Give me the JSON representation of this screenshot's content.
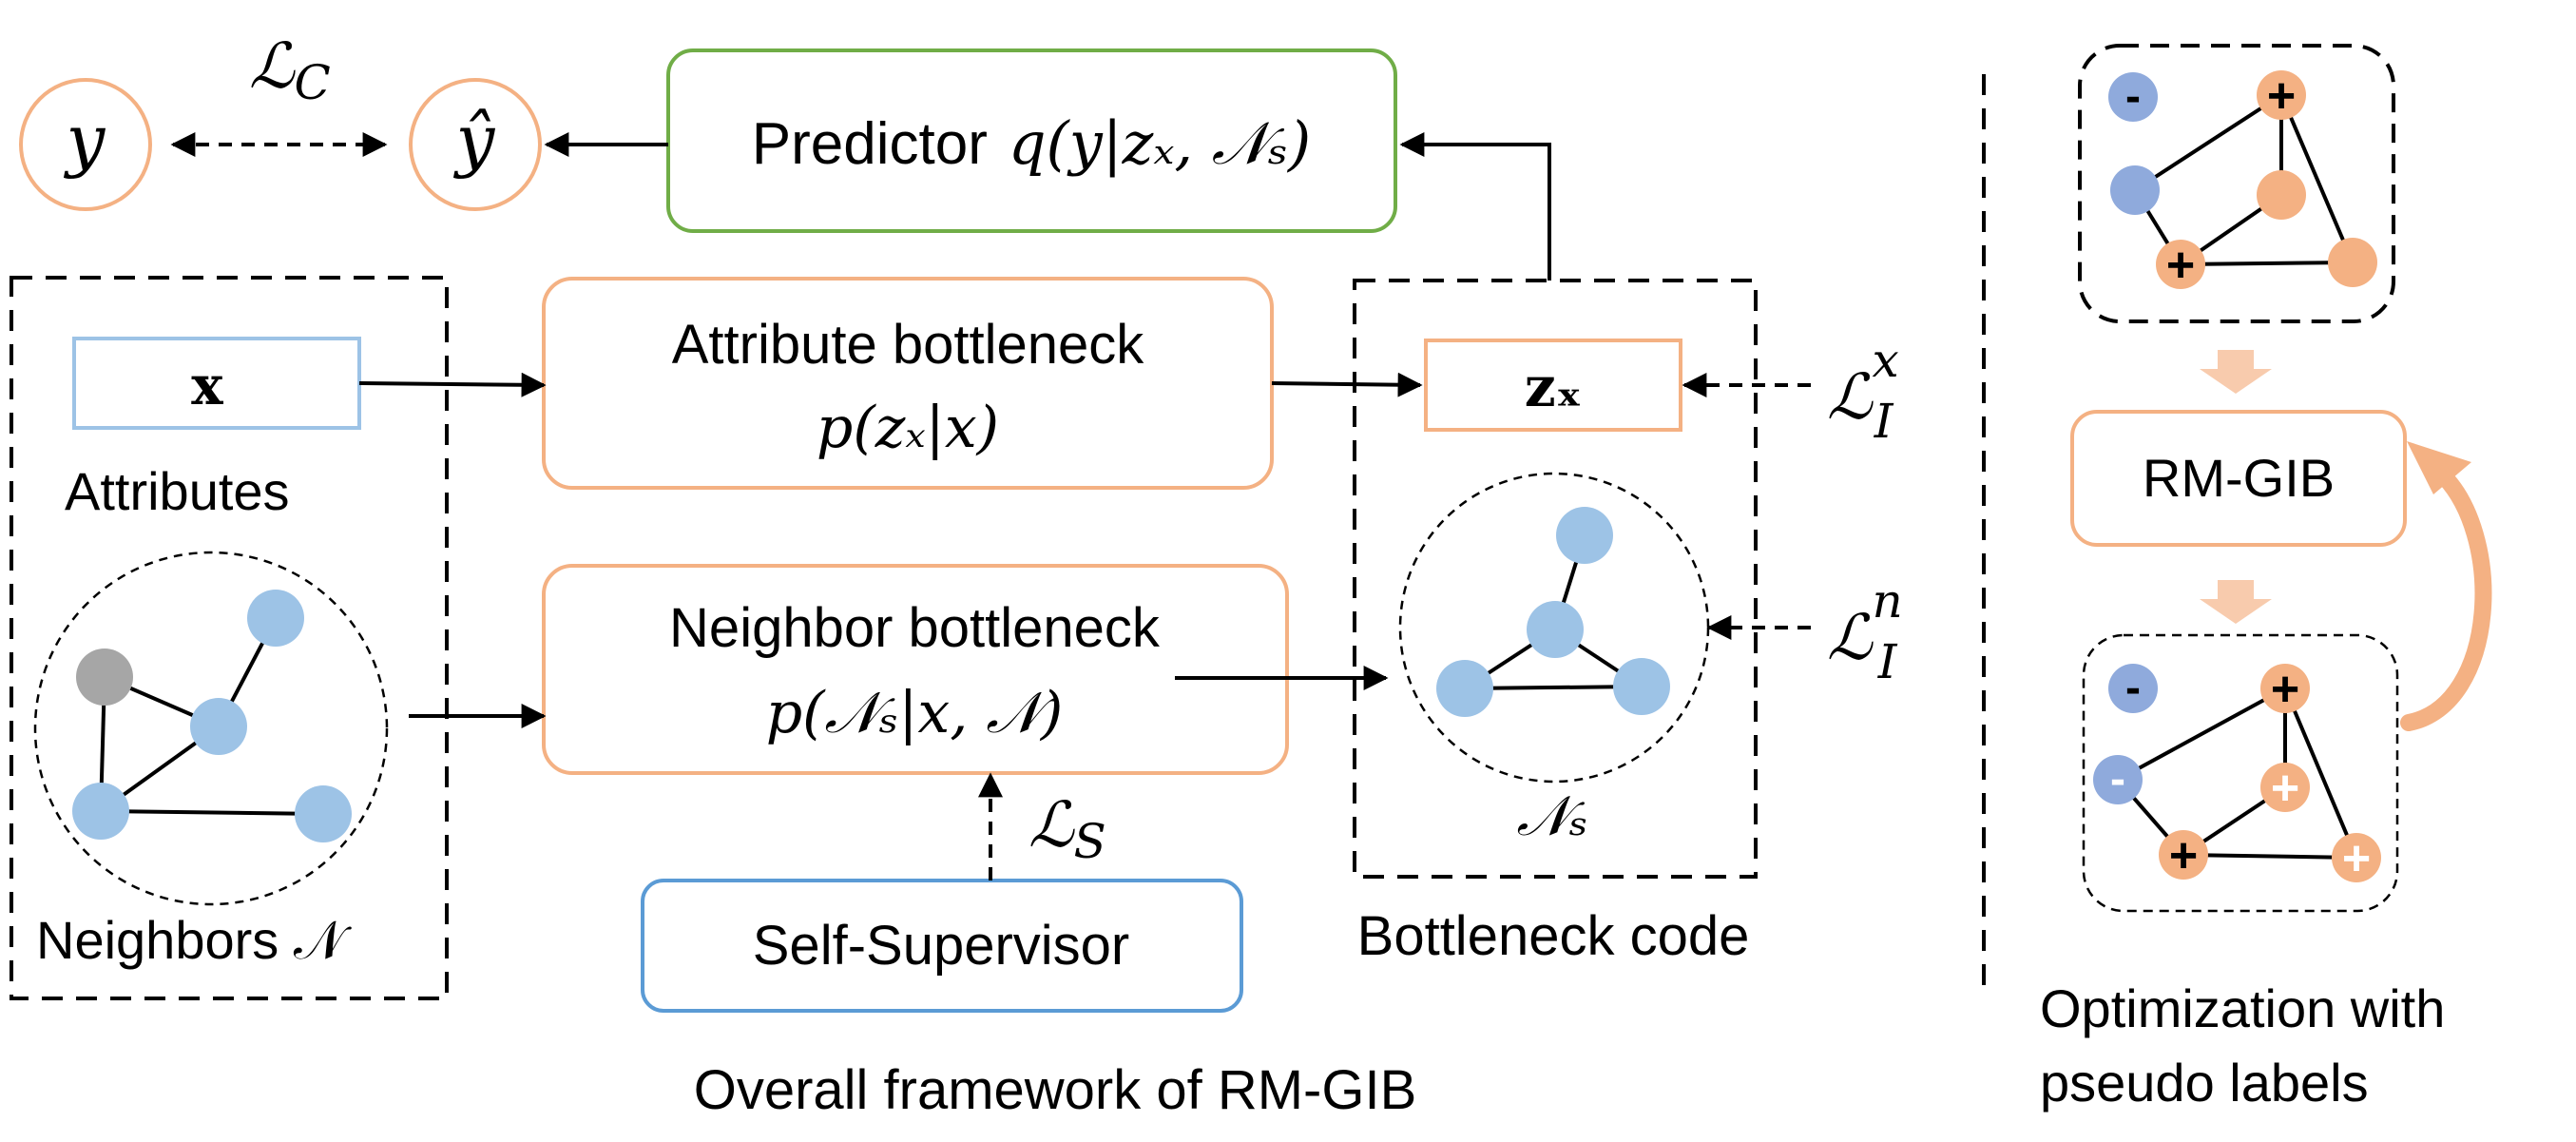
{
  "colors": {
    "orange": "#f4b183",
    "orange_fill": "#f4b183",
    "green": "#70ad47",
    "blue_box": "#5b9bd5",
    "blue_node": "#9dc3e6",
    "purple_node": "#8faadc",
    "gray_node": "#a6a6a6",
    "arrow_fill": "#f8cbad"
  },
  "top": {
    "y_label": "y",
    "yhat_label": "ŷ",
    "lc_label": "ℒ",
    "lc_sub": "C",
    "predictor_prefix": "Predictor",
    "predictor_formula": "q(y|zₓ, 𝒩ₛ)"
  },
  "left": {
    "x_label": "x",
    "attributes_label": "Attributes",
    "neighbors_label": "Neighbors 𝒩"
  },
  "middle": {
    "attr_title": "Attribute bottleneck",
    "attr_formula": "p(zₓ|x)",
    "neigh_title": "Neighbor bottleneck",
    "neigh_formula": "p(𝒩ₛ|x, 𝒩)",
    "ls_label": "ℒ",
    "ls_sub": "S",
    "self_supervisor": "Self-Supervisor",
    "framework_caption": "Overall framework of RM-GIB"
  },
  "right_box": {
    "zx_label": "zₓ",
    "ns_label": "𝒩ₛ",
    "caption": "Bottleneck code",
    "lix_label": "ℒ",
    "lix_sup": "x",
    "lix_sub": "I",
    "lin_label": "ℒ",
    "lin_sup": "n",
    "lin_sub": "I"
  },
  "panel": {
    "rmgib_label": "RM-GIB",
    "caption_line1": "Optimization with",
    "caption_line2": "pseudo labels",
    "minus": "-",
    "plus": "+"
  }
}
